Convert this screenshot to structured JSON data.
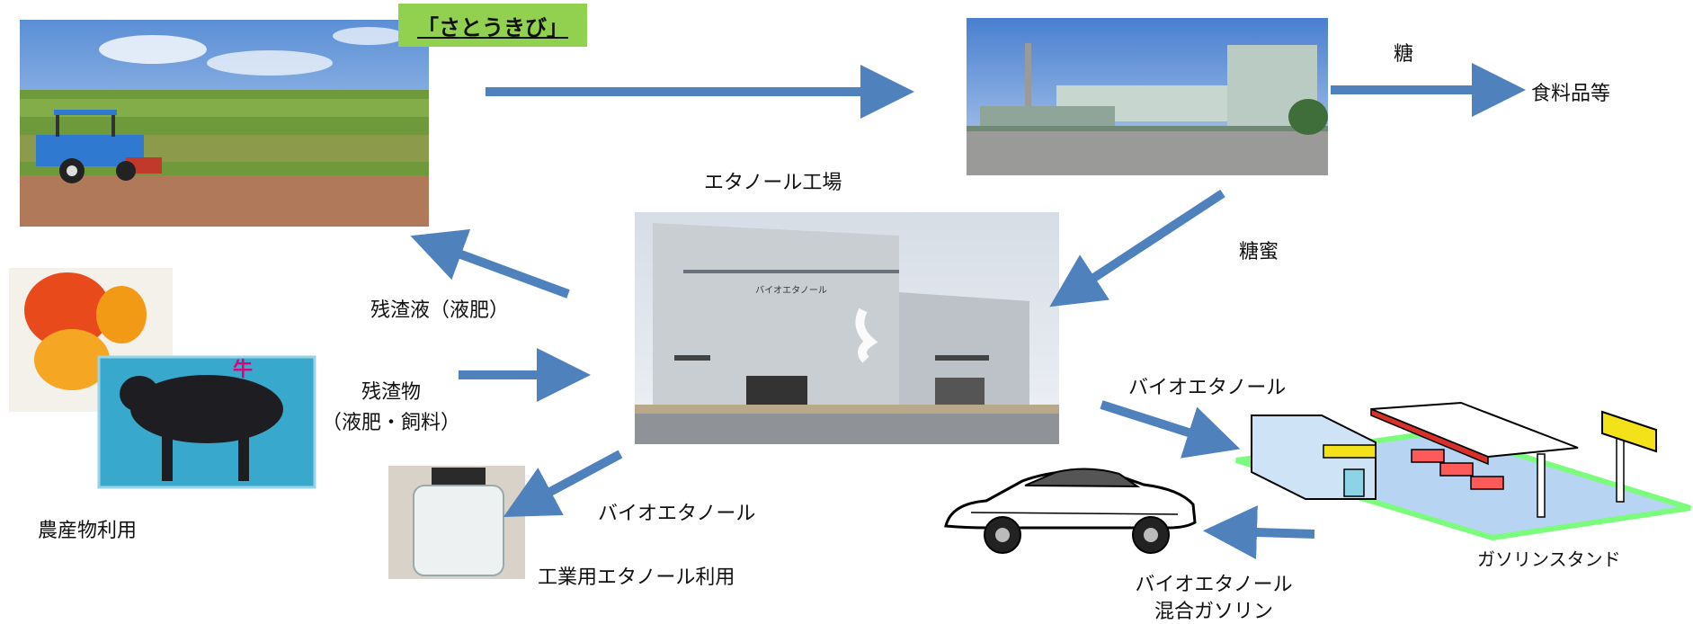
{
  "title_tag": "「さとうきび」",
  "labels": {
    "sugar": "糖",
    "food": "食料品等",
    "ethanol_factory": "エタノール工場",
    "molasses": "糖蜜",
    "residue_liquid": "残渣液（液肥）",
    "residue_line1": "残渣物",
    "residue_line2": "（液肥・飼料）",
    "agri_use": "農産物利用",
    "bioethanol_to_station": "バイオエタノール",
    "bioethanol_to_industry": "バイオエタノール",
    "industrial_use": "工業用エタノール利用",
    "gas_station": "ガソリンスタンド",
    "blend_line1": "バイオエタノール",
    "blend_line2": "混合ガソリン"
  },
  "factory_sign": "バイオエタノール",
  "colors": {
    "arrow": "#4f81bd",
    "tag_bg": "#92d050",
    "station_grass": "#7cfc7c",
    "station_canopy": "#d9302c"
  }
}
